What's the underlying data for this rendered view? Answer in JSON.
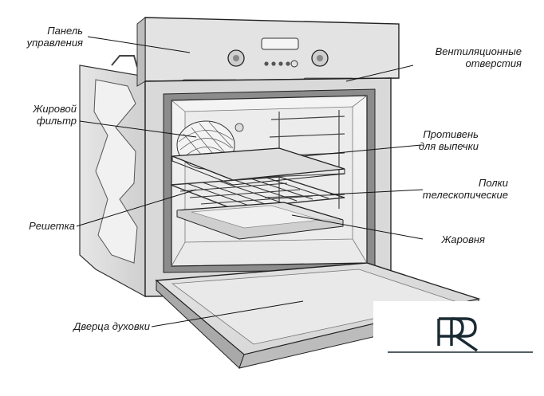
{
  "labels": {
    "control_panel": [
      "Панель",
      "управления"
    ],
    "vents": [
      "Вентиляционные",
      "отверстия"
    ],
    "grease_filter": [
      "Жировой",
      "фильтр"
    ],
    "baking_tray": [
      "Противень",
      "для выпечки"
    ],
    "telescopic_shelves": [
      "Полки",
      "телескопические"
    ],
    "wire_rack": [
      "Решетка"
    ],
    "roasting_pan": [
      "Жаровня"
    ],
    "oven_door": [
      "Дверца духовки"
    ]
  },
  "logo": {
    "text": "PR",
    "color": "#1a2a33"
  }
}
